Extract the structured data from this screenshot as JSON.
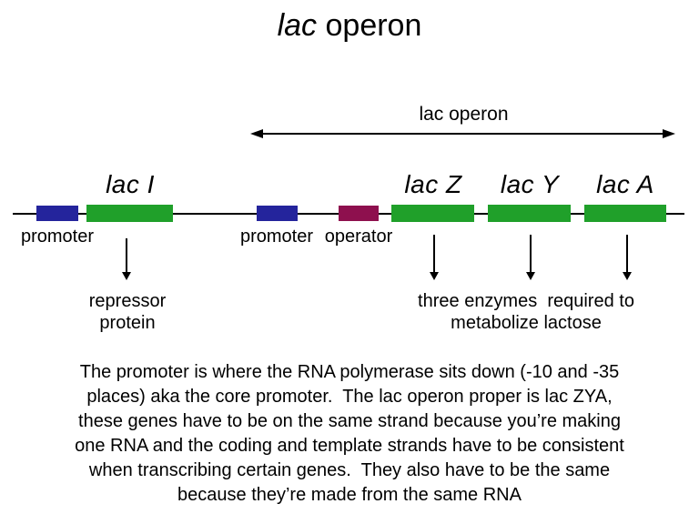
{
  "colors": {
    "background": "#FFFFFF",
    "line": "#000000",
    "promoter_box": "#24249C",
    "gene_box": "#20A02A",
    "operator_box": "#8E104E"
  },
  "title": {
    "italic_part": "lac",
    "regular_part": " operon"
  },
  "span_arrow": {
    "label": "lac operon"
  },
  "map": {
    "segments": [
      {
        "id": "promoter-left",
        "label": "promoter",
        "color": "#24249C"
      },
      {
        "id": "lac-i",
        "gene": "lac I",
        "color": "#20A02A"
      },
      {
        "id": "promoter-main",
        "label": "promoter",
        "color": "#24249C"
      },
      {
        "id": "operator",
        "label": "operator",
        "color": "#8E104E"
      },
      {
        "id": "lac-z",
        "gene": "lac Z",
        "color": "#20A02A"
      },
      {
        "id": "lac-y",
        "gene": "lac Y",
        "color": "#20A02A"
      },
      {
        "id": "lac-a",
        "gene": "lac A",
        "color": "#20A02A"
      }
    ]
  },
  "annotations": {
    "repressor_line1": "repressor",
    "repressor_line2": "protein",
    "enzymes_line1": "three enzymes  required to",
    "enzymes_line2": "metabolize lactose"
  },
  "paragraph": {
    "lines": [
      "The promoter is where the RNA polymerase sits down (-10 and -35",
      "places) aka the core promoter.  The lac operon proper is lac ZYA,",
      "these genes have to be on the same strand because you’re making",
      "one RNA and the coding and template strands have to be consistent",
      "when transcribing certain genes.  They also have to be the same",
      "because they’re made from the same RNA"
    ]
  }
}
